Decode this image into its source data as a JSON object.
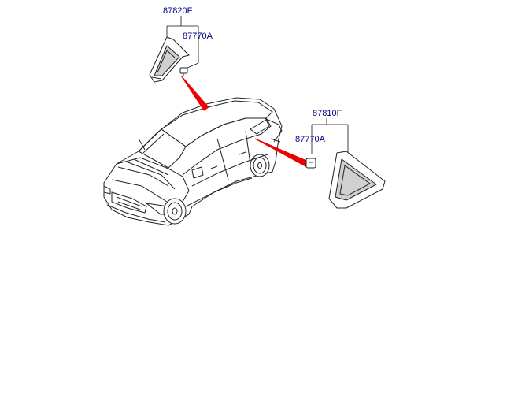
{
  "diagram": {
    "labels": {
      "top_assembly": "87820F",
      "top_clip": "87770A",
      "right_assembly": "87810F",
      "right_clip": "87770A"
    },
    "colors": {
      "label_top_assembly": "#000080",
      "label_clip": "#000080",
      "label_right_assembly": "#000080",
      "pointer": "#ee0000",
      "lines": "#222222",
      "glass_fill": "#d0d0d0"
    }
  }
}
